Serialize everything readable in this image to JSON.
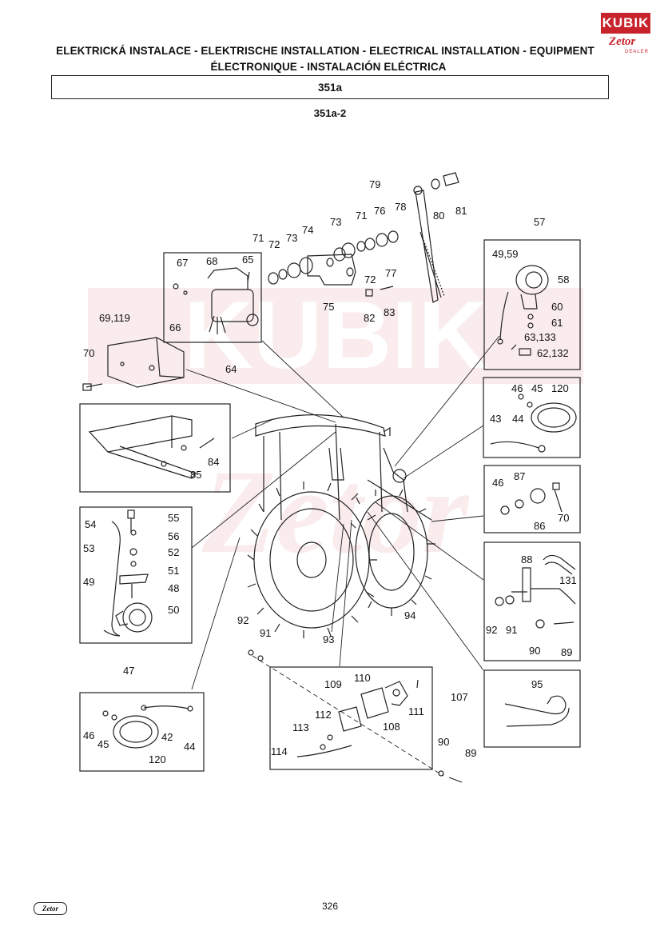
{
  "header": {
    "title_line1": "ELEKTRICKÁ INSTALACE - ELEKTRISCHE INSTALLATION - ELECTRICAL INSTALLATION - EQUIPMENT",
    "title_line2": "ÉLECTRONIQUE - INSTALACIÓN ELÉCTRICA",
    "section": "351a",
    "subsection": "351a-2"
  },
  "logo": {
    "brand": "KUBIK",
    "maker": "Zetor",
    "dealer": "DEALER"
  },
  "watermark": {
    "text": "KUBIK"
  },
  "colors": {
    "brand_red": "#c8232c",
    "line": "#222222"
  },
  "callouts": {
    "c79": "79",
    "c80": "80",
    "c81": "81",
    "c78": "78",
    "c76": "76",
    "c71a": "71",
    "c73a": "73",
    "c74": "74",
    "c71b": "71",
    "c72a": "72",
    "c73b": "73",
    "c72b": "72",
    "c77": "77",
    "c75": "75",
    "c82": "82",
    "c83": "83",
    "c67": "67",
    "c68": "68",
    "c65": "65",
    "c66": "66",
    "c64": "64",
    "c69": "69,119",
    "c70a": "70",
    "c57": "57",
    "c4959": "49,59",
    "c58": "58",
    "c60": "60",
    "c61": "61",
    "c63": "63,133",
    "c62": "62,132",
    "c46a": "46",
    "c45a": "45",
    "c120a": "120",
    "c43": "43",
    "c44a": "44",
    "c84": "84",
    "c85": "85",
    "c46b": "46",
    "c87": "87",
    "c86": "86",
    "c70b": "70",
    "c54": "54",
    "c55": "55",
    "c56": "56",
    "c53": "53",
    "c52": "52",
    "c51": "51",
    "c49": "49",
    "c48": "48",
    "c50": "50",
    "c47": "47",
    "c88": "88",
    "c131": "131",
    "c92a": "92",
    "c91a": "91",
    "c90a": "90",
    "c89a": "89",
    "c94": "94",
    "c93": "93",
    "c92b": "92",
    "c91b": "91",
    "c95": "95",
    "c109": "109",
    "c110": "110",
    "c107": "107",
    "c112": "112",
    "c111": "111",
    "c108": "108",
    "c113": "113",
    "c114": "114",
    "c90b": "90",
    "c89b": "89",
    "c46c": "46",
    "c42": "42",
    "c45c": "45",
    "c44c": "44",
    "c120c": "120"
  },
  "footer": {
    "page_number": "326",
    "logo": "Zetor"
  }
}
